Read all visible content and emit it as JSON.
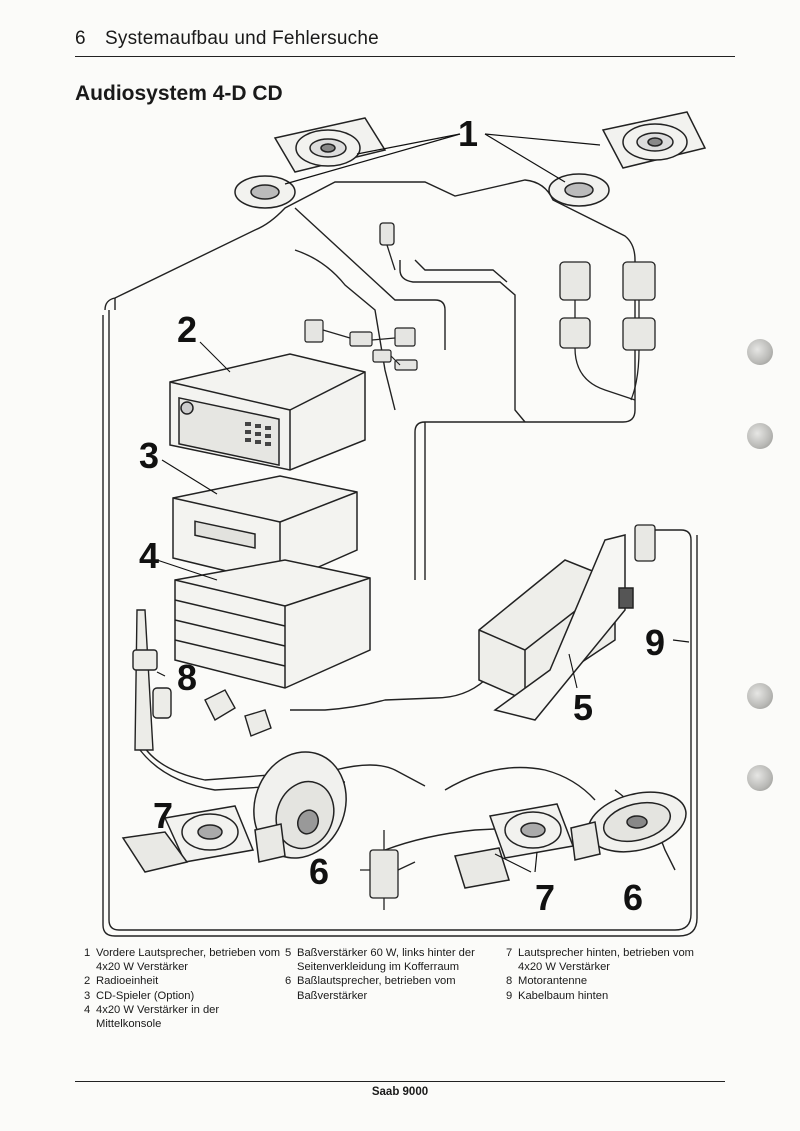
{
  "header": {
    "page_number": "6",
    "chapter": "Systemaufbau und Fehlersuche"
  },
  "title": "Audiosystem 4-D CD",
  "callouts": {
    "c1": "1",
    "c2": "2",
    "c3": "3",
    "c4": "4",
    "c5": "5",
    "c6a": "6",
    "c6b": "6",
    "c7a": "7",
    "c7b": "7",
    "c8": "8",
    "c9": "9"
  },
  "legend": {
    "col1": [
      {
        "n": "1",
        "t": "Vordere Lautsprecher, betrieben vom 4x20 W Verstärker"
      },
      {
        "n": "2",
        "t": "Radioeinheit"
      },
      {
        "n": "3",
        "t": "CD-Spieler (Option)"
      },
      {
        "n": "4",
        "t": "4x20 W Verstärker in der Mittelkonsole"
      }
    ],
    "col2": [
      {
        "n": "5",
        "t": "Baßverstärker 60 W, links hinter der Seitenverkleidung im Kofferraum"
      },
      {
        "n": "6",
        "t": "Baßlautsprecher, betrieben vom Baßverstärker"
      }
    ],
    "col3": [
      {
        "n": "7",
        "t": "Lautsprecher hinten, betrieben vom 4x20 W Verstärker"
      },
      {
        "n": "8",
        "t": "Motorantenne"
      },
      {
        "n": "9",
        "t": "Kabelbaum hinten"
      }
    ]
  },
  "footer": "Saab 9000"
}
